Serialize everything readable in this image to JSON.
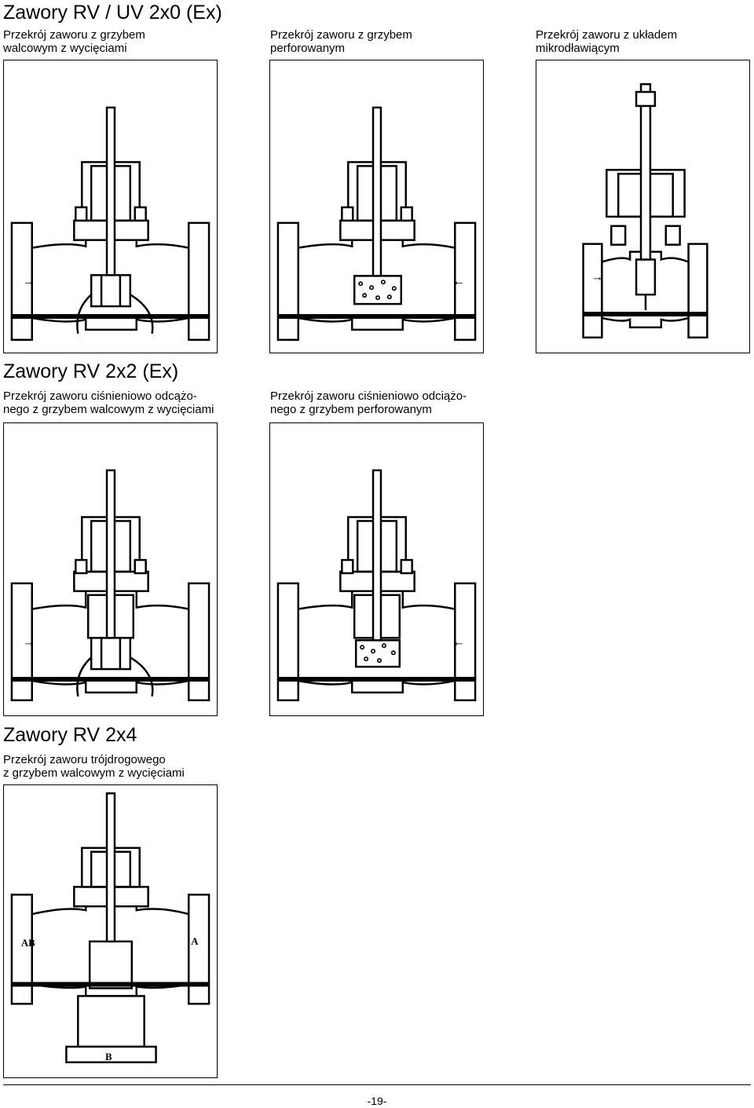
{
  "sections": [
    {
      "title": "Zawory RV / UV 2x0 (Ex)",
      "captions": [
        "Przekrój zaworu z grzybem\nwalcowym z wycięciami",
        "Przekrój zaworu z grzybem\nperforowanym",
        "Przekrój zaworu z układem\nmikrodławiącym"
      ]
    },
    {
      "title": "Zawory RV 2x2 (Ex)",
      "captions": [
        "Przekrój zaworu ciśnieniowo odcążo-\nnego z grzybem walcowym z wycięciami",
        "Przekrój zaworu ciśnieniowo odciążo-\nnego z grzybem perforowanym"
      ]
    },
    {
      "title": "Zawory RV 2x4",
      "captions": [
        "Przekrój zaworu trójdrogowego\nz grzybem walcowym z wycięciami"
      ],
      "port_labels": {
        "ab": "AB",
        "a": "A",
        "b": "B"
      }
    }
  ],
  "flow_arrows": {
    "right": "→",
    "left": "←"
  },
  "page_number": "-19-"
}
